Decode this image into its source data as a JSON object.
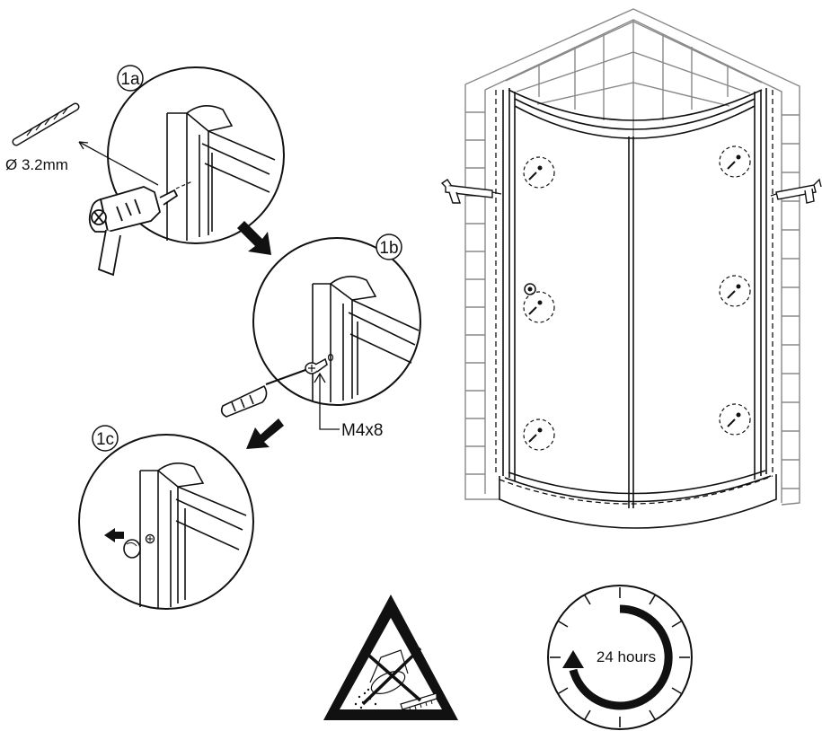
{
  "steps": {
    "step_1a": "1a",
    "step_1b": "1b",
    "step_1c": "1c"
  },
  "drill_bit_label": "Ø 3.2mm",
  "screw_label": "M4x8",
  "timer_label": "24 hours",
  "icons": {
    "drill": "power-drill-icon",
    "screwdriver": "screwdriver-icon",
    "silicone_gun": "silicone-gun-icon",
    "warning": "no-abrasive-cleaner-warning-icon",
    "clock": "24-hour-clock-icon"
  },
  "colors": {
    "line": "#111111",
    "tile": "#888888",
    "background": "#ffffff"
  }
}
